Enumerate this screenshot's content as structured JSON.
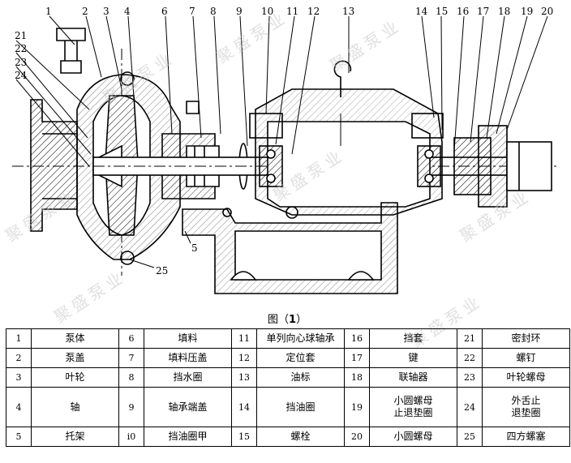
{
  "watermark": "聚盛泵业",
  "figure": {
    "caption_prefix": "图（",
    "caption_number": "1",
    "caption_suffix": "）",
    "callouts": [
      "1",
      "2",
      "3",
      "4",
      "6",
      "7",
      "8",
      "9",
      "10",
      "11",
      "12",
      "13",
      "14",
      "15",
      "16",
      "17",
      "18",
      "19",
      "20",
      "21",
      "22",
      "23",
      "24",
      "5",
      "25"
    ]
  },
  "parts_table": {
    "rows": [
      [
        [
          "1",
          "泵体"
        ],
        [
          "6",
          "填料"
        ],
        [
          "11",
          "单列向心球轴承"
        ],
        [
          "16",
          "挡套"
        ],
        [
          "21",
          "密封环"
        ]
      ],
      [
        [
          "2",
          "泵盖"
        ],
        [
          "7",
          "填料压盖"
        ],
        [
          "12",
          "定位套"
        ],
        [
          "17",
          "键"
        ],
        [
          "22",
          "螺钉"
        ]
      ],
      [
        [
          "3",
          "叶轮"
        ],
        [
          "8",
          "挡水圈"
        ],
        [
          "13",
          "油标"
        ],
        [
          "18",
          "联轴器"
        ],
        [
          "23",
          "叶轮螺母"
        ]
      ],
      [
        [
          "4",
          "轴"
        ],
        [
          "9",
          "轴承端盖"
        ],
        [
          "14",
          "挡油圈"
        ],
        [
          "19",
          "小圆螺母\n止退垫圈"
        ],
        [
          "24",
          "外舌止\n退垫圈"
        ]
      ],
      [
        [
          "5",
          "托架"
        ],
        [
          "i0",
          "挡油圈甲"
        ],
        [
          "15",
          "螺栓"
        ],
        [
          "20",
          "小圆螺母"
        ],
        [
          "25",
          "四方螺塞"
        ]
      ]
    ]
  }
}
